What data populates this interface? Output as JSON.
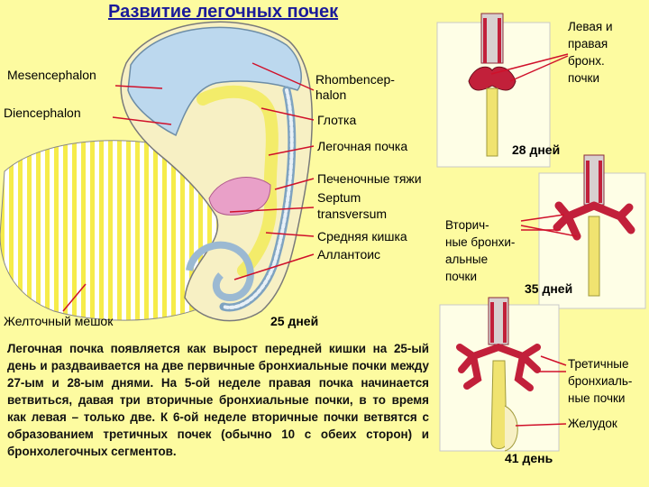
{
  "title": "Развитие легочных почек",
  "labels": {
    "mesencephalon": "Mesencephalon",
    "diencephalon": "Diencephalon",
    "rhombencephalon_1": "Rhombencep-",
    "rhombencephalon_2": "halon",
    "pharynx": "Глотка",
    "lung_bud": "Легочная почка",
    "liver_cords": "Печеночные тяжи",
    "septum_1": "Septum",
    "septum_2": "transversum",
    "midgut": "Средняя кишка",
    "allantois": "Аллантоис",
    "yolk_sac": "Желточный мешок",
    "left_right_bronchial_buds": [
      "Левая и",
      "правая",
      "бронх.",
      "почки"
    ],
    "secondary_bronchial_buds": [
      "Вторич-",
      "ные бронхи-",
      "альные",
      "почки"
    ],
    "tertiary_buds": [
      "Третичные",
      "бронхиаль-",
      "ные почки"
    ],
    "stomach": "Желудок"
  },
  "days": {
    "day25": "25 дней",
    "day28": "28 дней",
    "day35": "35 дней",
    "day41": "41 день"
  },
  "description": "Легочная почка появляется как вырост передней кишки на 25-ый день и раздваивается на две первичные бронхиальные почки между 27-ым и 28-ым днями. На 5-ой неделе правая почка начинается ветвиться, давая три вторичные бронхиальные почки, в то время как левая – только две. К 6-ой неделе вторичные почки ветвятся с образованием третичных почек (обычно 10 с обеих сторон) и бронхолегочных сегментов.",
  "colors": {
    "background": "#fdfba0",
    "title": "#1a1a9a",
    "leader_line": "#d0102a",
    "brain": "#bcd8ee",
    "gut": "#f3ec6a",
    "bud_red": "#c2203a",
    "lung_pink": "#e9a0c8"
  }
}
